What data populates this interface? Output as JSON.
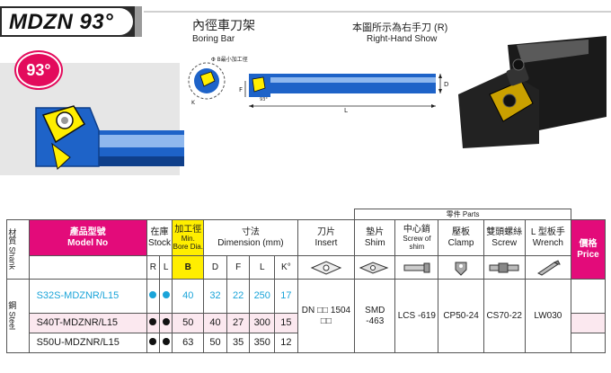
{
  "header": {
    "model_series": "MDZN 93°",
    "title_cn": "內徑車刀架",
    "title_en": "Boring Bar",
    "note_cn": "本圖所示為右手刀 (R)",
    "note_en": "Right-Hand Show",
    "angle_badge": "93°"
  },
  "drawing": {
    "label_d": "D",
    "label_f": "F",
    "label_l": "L",
    "label_k": "K",
    "label_angle": "93°",
    "label_min_bore": "Φ B最小加工徑"
  },
  "table": {
    "parts_header": "零件 Parts",
    "col_shank_cn": "材質",
    "col_shank_en": "Shank",
    "col_model_cn": "產品型號",
    "col_model_en": "Model No",
    "col_stock_cn": "在庫",
    "col_stock_en": "Stock",
    "col_bore_cn": "加工徑",
    "col_bore_en": "Min. Bore Dia.",
    "col_dim_cn": "寸法",
    "col_dim_en": "Dimension (mm)",
    "col_insert_cn": "刀片",
    "col_insert_en": "Insert",
    "col_shim_cn": "墊片",
    "col_shim_en": "Shim",
    "col_screw_shim_cn": "中心銷",
    "col_screw_shim_en": "Screw of shim",
    "col_clamp_cn": "壓板",
    "col_clamp_en": "Clamp",
    "col_screw_cn": "雙頭螺絲",
    "col_screw_en": "Screw",
    "col_wrench_cn": "L 型板手",
    "col_wrench_en": "Wrench",
    "col_price_cn": "價格",
    "col_price_en": "Price",
    "sub_r": "R",
    "sub_l": "L",
    "sub_b": "B",
    "sub_d": "D",
    "sub_f": "F",
    "sub_l2": "L",
    "sub_k": "K°",
    "material_cn": "鋼",
    "material_en": "Steel",
    "insert_value": "DN □□ 1504 □□",
    "shim_value": "SMD -463",
    "screw_shim_value": "LCS -619",
    "clamp_value": "CP50-24",
    "screw_value": "CS70-22",
    "wrench_value": "LW030",
    "rows": [
      {
        "model": "S32S-MDZNR/L15",
        "b": "40",
        "d": "32",
        "f": "22",
        "l": "250",
        "k": "17"
      },
      {
        "model": "S40T-MDZNR/L15",
        "b": "50",
        "d": "40",
        "f": "27",
        "l": "300",
        "k": "15"
      },
      {
        "model": "S50U-MDZNR/L15",
        "b": "63",
        "d": "50",
        "f": "35",
        "l": "350",
        "k": "12"
      }
    ]
  },
  "colors": {
    "accent_pink": "#e30b7a",
    "accent_yellow": "#ffee00",
    "accent_cyan": "#1aa4d9",
    "tool_blue": "#1e63c8"
  }
}
